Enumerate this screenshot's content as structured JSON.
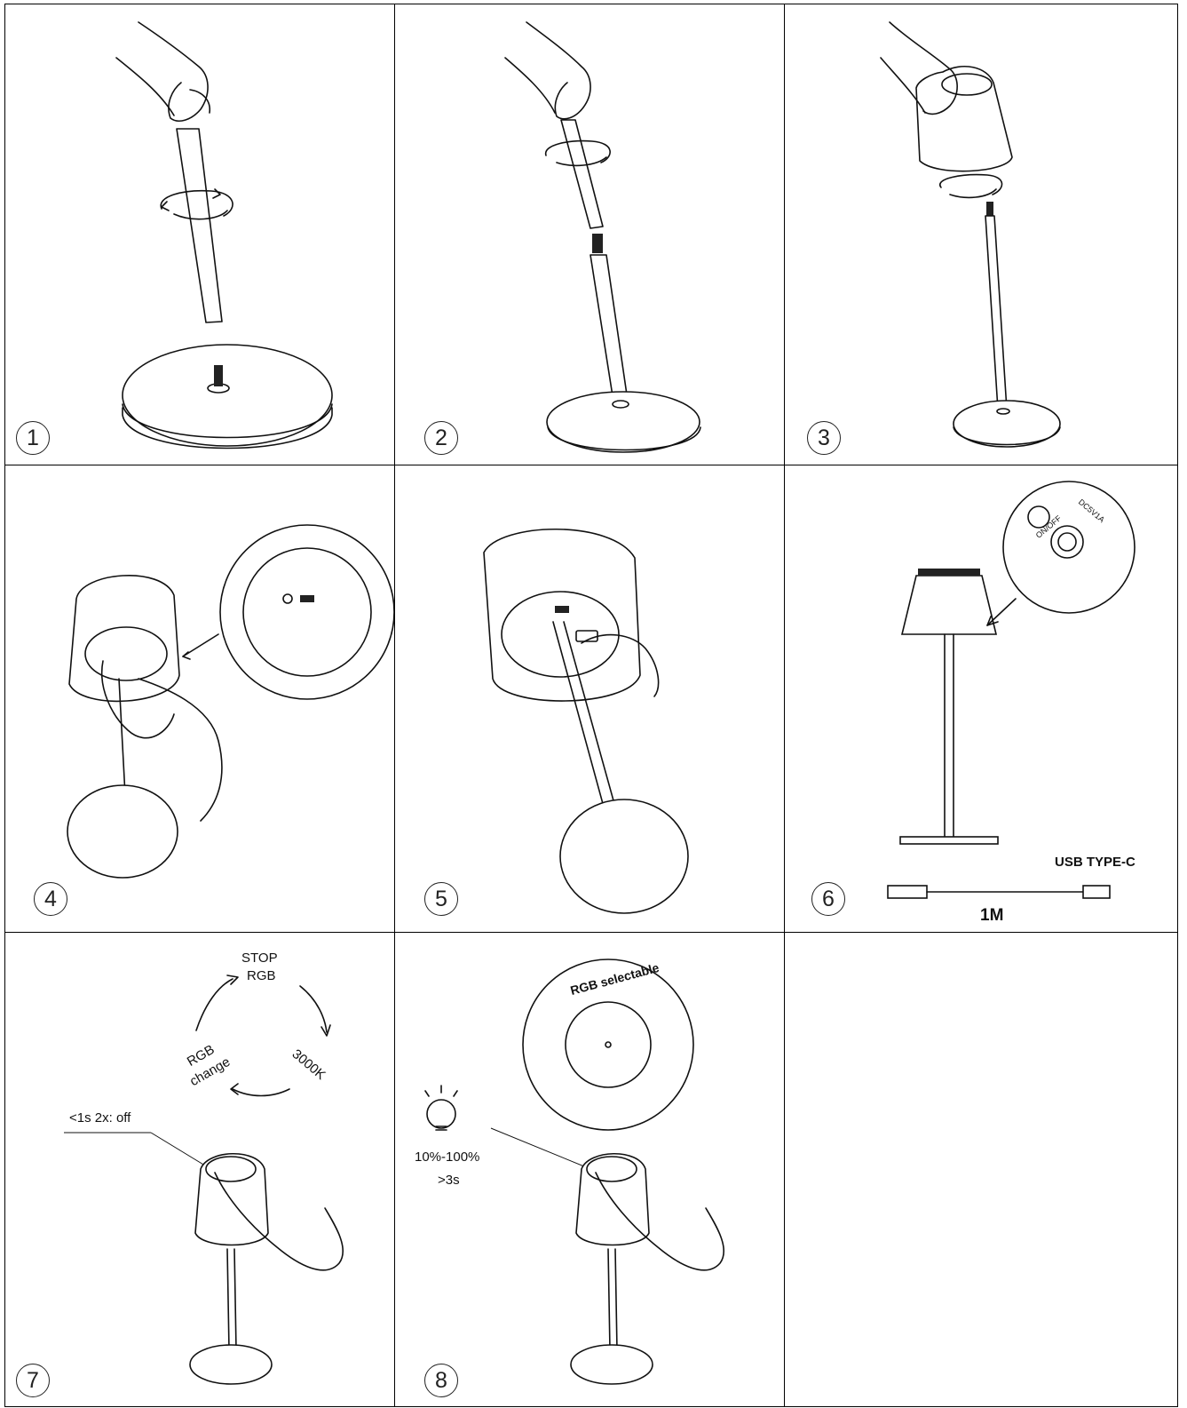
{
  "steps": [
    "1",
    "2",
    "3",
    "4",
    "5",
    "6",
    "7",
    "8"
  ],
  "labels": {
    "usb_title": "USB TYPE-C",
    "cable_length": "1M",
    "on_off": "ON/OFF",
    "dc_rating": "DC5V1A",
    "stop": "STOP",
    "rgb": "RGB",
    "rgb_change_1": "RGB",
    "rgb_change_2": "change",
    "temp": "3000K",
    "off_hint": "<1s 2x: off",
    "rgb_selectable": "RGB selectable",
    "dim_range": "10%-100%",
    "dim_time": ">3s"
  }
}
